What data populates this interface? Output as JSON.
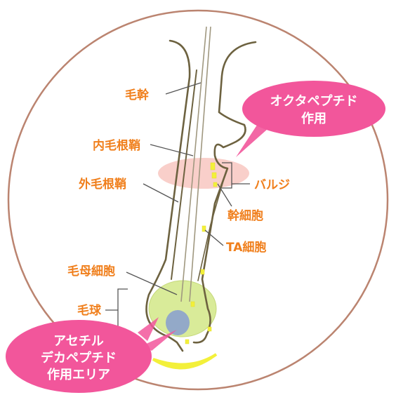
{
  "colors": {
    "circle": "#bb8470",
    "outline": "#6d6240",
    "label": "#f07f1c",
    "bubble": "#f2569b",
    "bulge_zone": "#f7c3bd",
    "bulb": "#d9eb99",
    "papilla": "#93a9c8",
    "cells": "#f3f03a"
  },
  "labels": {
    "hair_shaft": "毛幹",
    "inner_root_sheath": "内毛根鞘",
    "outer_root_sheath": "外毛根鞘",
    "matrix_cell": "毛母細胞",
    "hair_bulb": "毛球",
    "bulge": "バルジ",
    "stem_cell": "幹細胞",
    "ta_cell": "TA細胞"
  },
  "bubbles": {
    "octa": {
      "line1": "オクタペプチド",
      "line2": "作用"
    },
    "acetyl": {
      "line1": "アセチル",
      "line2": "デカペプチド",
      "line3": "作用エリア"
    }
  }
}
